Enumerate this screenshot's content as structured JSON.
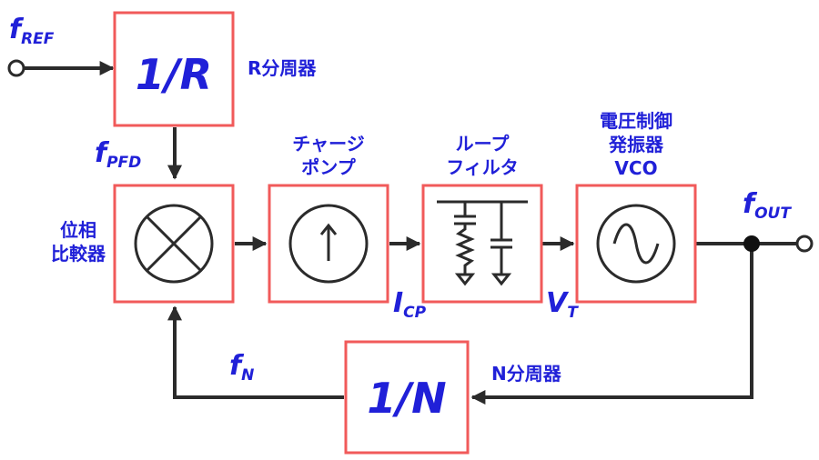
{
  "signals": {
    "f_ref": {
      "main": "f",
      "sub": "REF"
    },
    "f_pfd": {
      "main": "f",
      "sub": "PFD"
    },
    "f_out": {
      "main": "f",
      "sub": "OUT"
    },
    "f_n": {
      "main": "f",
      "sub": "N"
    },
    "i_cp": {
      "main": "I",
      "sub": "CP"
    },
    "v_t": {
      "main": "V",
      "sub": "T"
    }
  },
  "blocks": {
    "r_divider": {
      "text": "1/R",
      "caption": "R分周器"
    },
    "n_divider": {
      "text": "1/N",
      "caption": "N分周器"
    },
    "phase_comparator": {
      "caption": [
        "位相",
        "比較器"
      ]
    },
    "charge_pump": {
      "caption": [
        "チャージ",
        "ポンプ"
      ]
    },
    "loop_filter": {
      "caption": [
        "ループ",
        "フィルタ"
      ]
    },
    "vco": {
      "caption": [
        "電圧制御",
        "発振器",
        "VCO"
      ]
    }
  },
  "colors": {
    "box_border": "#f15a5a",
    "label": "#2020d8",
    "wire": "#2b2b2b"
  }
}
